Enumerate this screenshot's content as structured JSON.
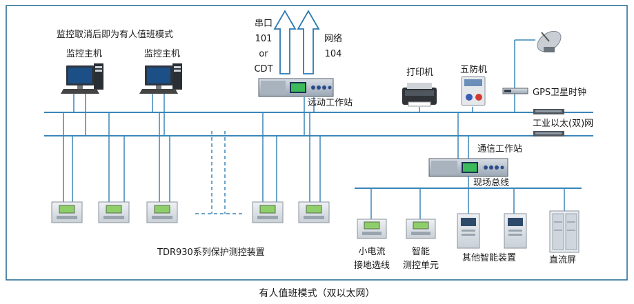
{
  "labels": {
    "monitor_note": "监控取消后即为有人值班模式",
    "host_1": "监控主机",
    "host_2": "监控主机",
    "serial_line1": "串口",
    "serial_line2": "101",
    "serial_line3": "or",
    "serial_line4": "CDT",
    "network_line1": "网络",
    "network_line2": "104",
    "remote_station": "远动工作站",
    "printer": "打印机",
    "five_prevention": "五防机",
    "gps": "GPS卫星时钟",
    "ethernet": "工业以太(双)网",
    "comm_station": "通信工作站",
    "field_bus": "现场总线",
    "tdr930": "TDR930系列保护测控装置",
    "small_current_line1": "小电流",
    "small_current_line2": "接地选线",
    "smart_unit_line1": "智能",
    "smart_unit_line2": "测控单元",
    "other_devices": "其他智能装置",
    "dc_panel": "直流屏",
    "caption": "有人值班模式（双以太网）"
  },
  "colors": {
    "border": "#2c6e96",
    "bus": "#3a86b8",
    "arrow": "#2a78b0"
  }
}
